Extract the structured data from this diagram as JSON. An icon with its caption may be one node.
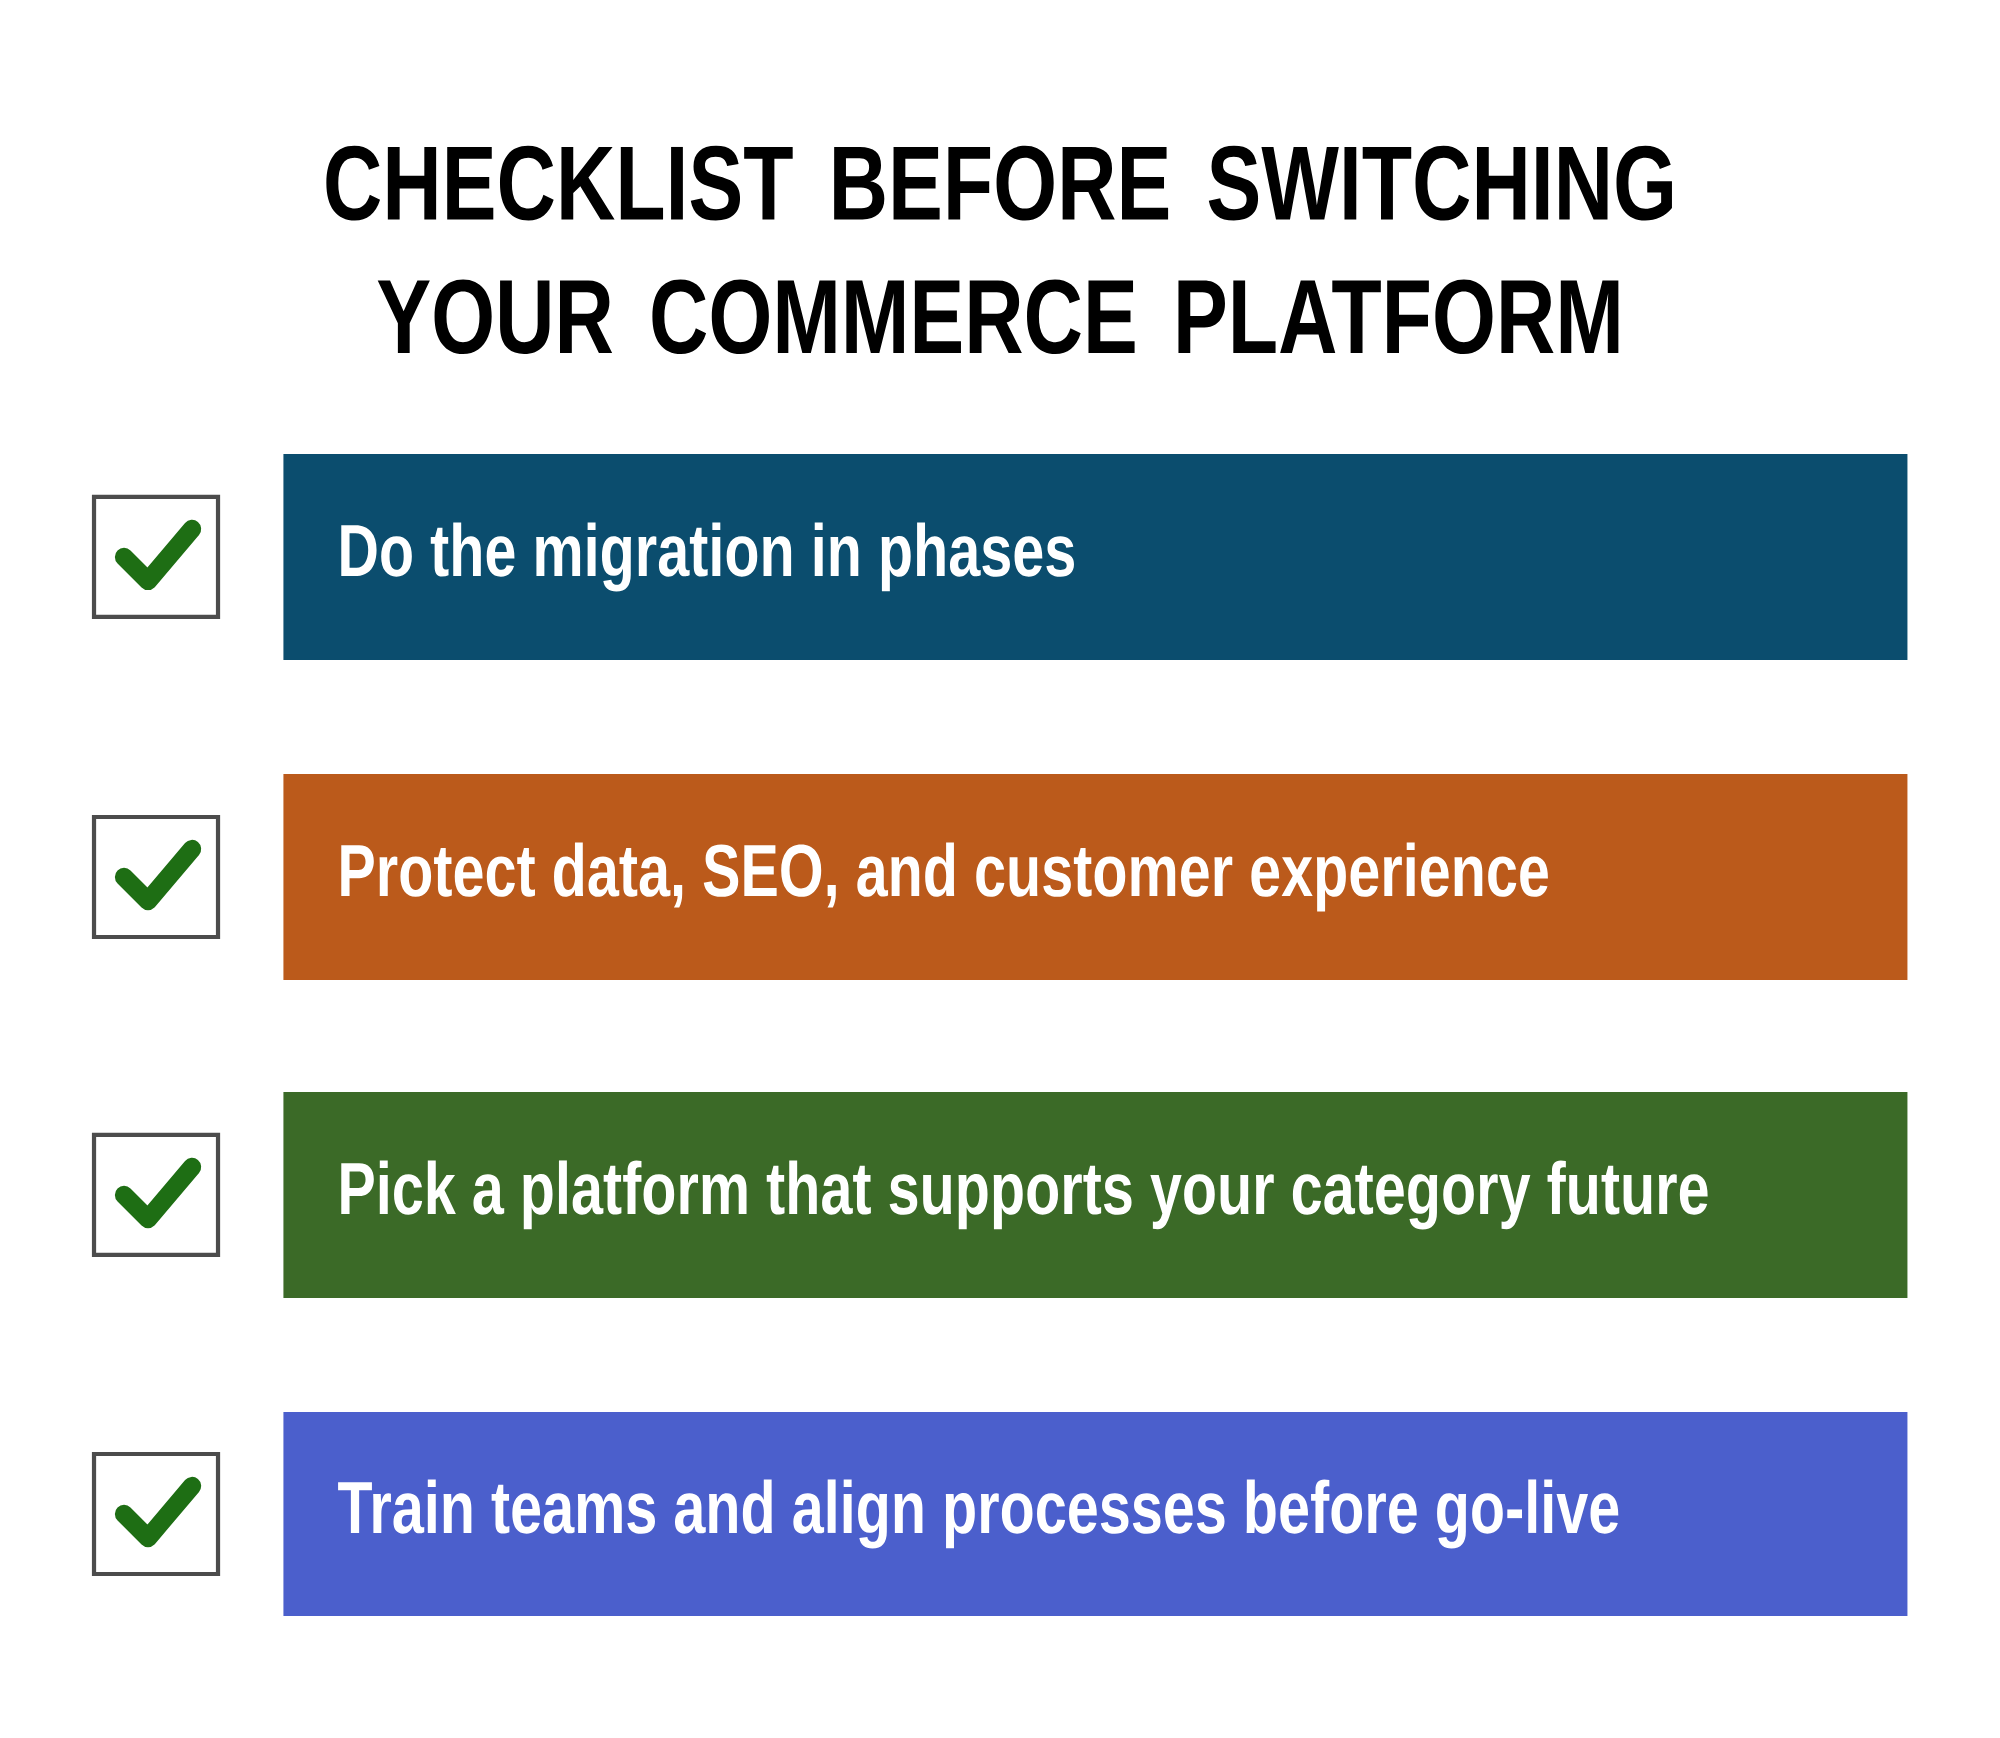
{
  "diagram": {
    "title": "CHECKLIST BEFORE SWITCHING YOUR COMMERCE PLATFORM",
    "nodes": [
      {
        "text": [
          "Do the migration in phases"
        ]
      },
      {
        "text": [
          "Protect data, SEO, and customer experience"
        ]
      },
      {
        "text": [
          "Pick a platform that supports your category future"
        ]
      },
      {
        "text": [
          "Train teams and align processes before go-live"
        ]
      }
    ]
  }
}
